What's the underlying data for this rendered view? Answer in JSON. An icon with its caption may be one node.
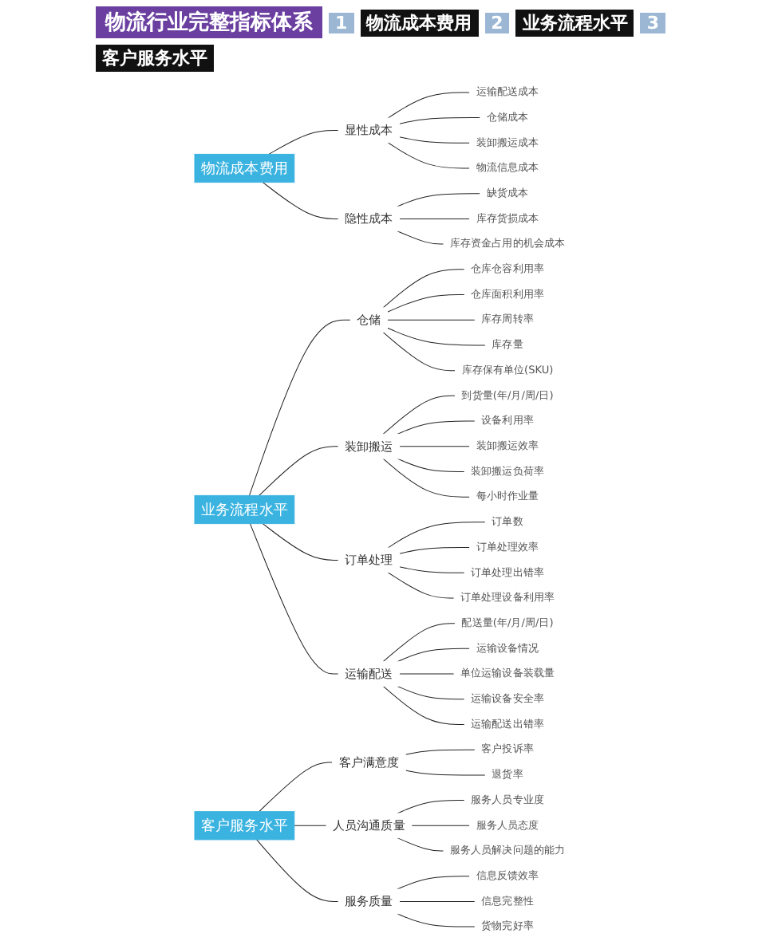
{
  "diagram": {
    "title": "物流行业完整指标体系",
    "nodes": [
      {
        "text": [
          "物流成本费用"
        ]
      },
      {
        "text": [
          "显性成本"
        ]
      },
      {
        "text": [
          "运输配送成本"
        ]
      },
      {
        "text": [
          "仓储成本"
        ]
      },
      {
        "text": [
          "装卸搬运成本"
        ]
      },
      {
        "text": [
          "物流信息成本"
        ]
      },
      {
        "text": [
          "隐性成本"
        ]
      },
      {
        "text": [
          "缺货成本"
        ]
      },
      {
        "text": [
          "库存货损成本"
        ]
      },
      {
        "text": [
          "库存资金占用的机会成本"
        ]
      },
      {
        "text": [
          "业务流程水平"
        ]
      },
      {
        "text": [
          "仓储"
        ]
      },
      {
        "text": [
          "仓库仓容利用率"
        ]
      },
      {
        "text": [
          "仓库面积利用率"
        ]
      },
      {
        "text": [
          "库存周转率"
        ]
      },
      {
        "text": [
          "库存量"
        ]
      },
      {
        "text": [
          "库存保有单位(SKU)"
        ]
      },
      {
        "text": [
          "装卸搬运"
        ]
      },
      {
        "text": [
          "到货量(年/月/周/日)"
        ]
      },
      {
        "text": [
          "设备利用率"
        ]
      },
      {
        "text": [
          "装卸搬运效率"
        ]
      },
      {
        "text": [
          "装卸搬运负荷率"
        ]
      },
      {
        "text": [
          "每小时作业量"
        ]
      },
      {
        "text": [
          "订单处理"
        ]
      },
      {
        "text": [
          "订单数"
        ]
      },
      {
        "text": [
          "订单处理效率"
        ]
      },
      {
        "text": [
          "订单处理出错率"
        ]
      },
      {
        "text": [
          "订单处理设备利用率"
        ]
      },
      {
        "text": [
          "运输配送"
        ]
      },
      {
        "text": [
          "配送量(年/月/周/日)"
        ]
      },
      {
        "text": [
          "运输设备情况"
        ]
      },
      {
        "text": [
          "单位运输设备装载量"
        ]
      },
      {
        "text": [
          "运输设备安全率"
        ]
      },
      {
        "text": [
          "运输配送出错率"
        ]
      },
      {
        "text": [
          "客户服务水平"
        ]
      },
      {
        "text": [
          "客户满意度"
        ]
      },
      {
        "text": [
          "客户投诉率"
        ]
      },
      {
        "text": [
          "退货率"
        ]
      },
      {
        "text": [
          "人员沟通质量"
        ]
      },
      {
        "text": [
          "服务人员专业度"
        ]
      },
      {
        "text": [
          "服务人员态度"
        ]
      },
      {
        "text": [
          "服务人员解决问题的能力"
        ]
      },
      {
        "text": [
          "服务质量"
        ]
      },
      {
        "text": [
          "信息反馈效率"
        ]
      },
      {
        "text": [
          "信息完整性"
        ]
      },
      {
        "text": [
          "货物完好率"
        ]
      }
    ],
    "edges": [
      {
        "from": 0,
        "to": 1,
        "arrow": "none"
      },
      {
        "from": 1,
        "to": 2,
        "arrow": "none"
      },
      {
        "from": 1,
        "to": 3,
        "arrow": "none"
      },
      {
        "from": 1,
        "to": 4,
        "arrow": "none"
      },
      {
        "from": 1,
        "to": 5,
        "arrow": "none"
      },
      {
        "from": 0,
        "to": 6,
        "arrow": "none"
      },
      {
        "from": 6,
        "to": 7,
        "arrow": "none"
      },
      {
        "from": 6,
        "to": 8,
        "arrow": "none"
      },
      {
        "from": 6,
        "to": 9,
        "arrow": "none"
      },
      {
        "from": 10,
        "to": 11,
        "arrow": "none"
      },
      {
        "from": 11,
        "to": 12,
        "arrow": "none"
      },
      {
        "from": 11,
        "to": 13,
        "arrow": "none"
      },
      {
        "from": 11,
        "to": 14,
        "arrow": "none"
      },
      {
        "from": 11,
        "to": 15,
        "arrow": "none"
      },
      {
        "from": 11,
        "to": 16,
        "arrow": "none"
      },
      {
        "from": 10,
        "to": 17,
        "arrow": "none"
      },
      {
        "from": 17,
        "to": 18,
        "arrow": "none"
      },
      {
        "from": 17,
        "to": 19,
        "arrow": "none"
      },
      {
        "from": 17,
        "to": 20,
        "arrow": "none"
      },
      {
        "from": 17,
        "to": 21,
        "arrow": "none"
      },
      {
        "from": 17,
        "to": 22,
        "arrow": "none"
      },
      {
        "from": 10,
        "to": 23,
        "arrow": "none"
      },
      {
        "from": 23,
        "to": 24,
        "arrow": "none"
      },
      {
        "from": 23,
        "to": 25,
        "arrow": "none"
      },
      {
        "from": 23,
        "to": 26,
        "arrow": "none"
      },
      {
        "from": 23,
        "to": 27,
        "arrow": "none"
      },
      {
        "from": 10,
        "to": 28,
        "arrow": "none"
      },
      {
        "from": 28,
        "to": 29,
        "arrow": "none"
      },
      {
        "from": 28,
        "to": 30,
        "arrow": "none"
      },
      {
        "from": 28,
        "to": 31,
        "arrow": "none"
      },
      {
        "from": 28,
        "to": 32,
        "arrow": "none"
      },
      {
        "from": 28,
        "to": 33,
        "arrow": "none"
      },
      {
        "from": 34,
        "to": 35,
        "arrow": "none"
      },
      {
        "from": 35,
        "to": 36,
        "arrow": "none"
      },
      {
        "from": 35,
        "to": 37,
        "arrow": "none"
      },
      {
        "from": 34,
        "to": 38,
        "arrow": "none"
      },
      {
        "from": 38,
        "to": 39,
        "arrow": "none"
      },
      {
        "from": 38,
        "to": 40,
        "arrow": "none"
      },
      {
        "from": 38,
        "to": 41,
        "arrow": "none"
      },
      {
        "from": 34,
        "to": 42,
        "arrow": "none"
      },
      {
        "from": 42,
        "to": 43,
        "arrow": "none"
      },
      {
        "from": 42,
        "to": 44,
        "arrow": "none"
      },
      {
        "from": 42,
        "to": 45,
        "arrow": "none"
      }
    ],
    "labels": [
      "1",
      "物流成本费用",
      "2",
      "业务流程水平",
      "3",
      "客户服务水平"
    ]
  }
}
